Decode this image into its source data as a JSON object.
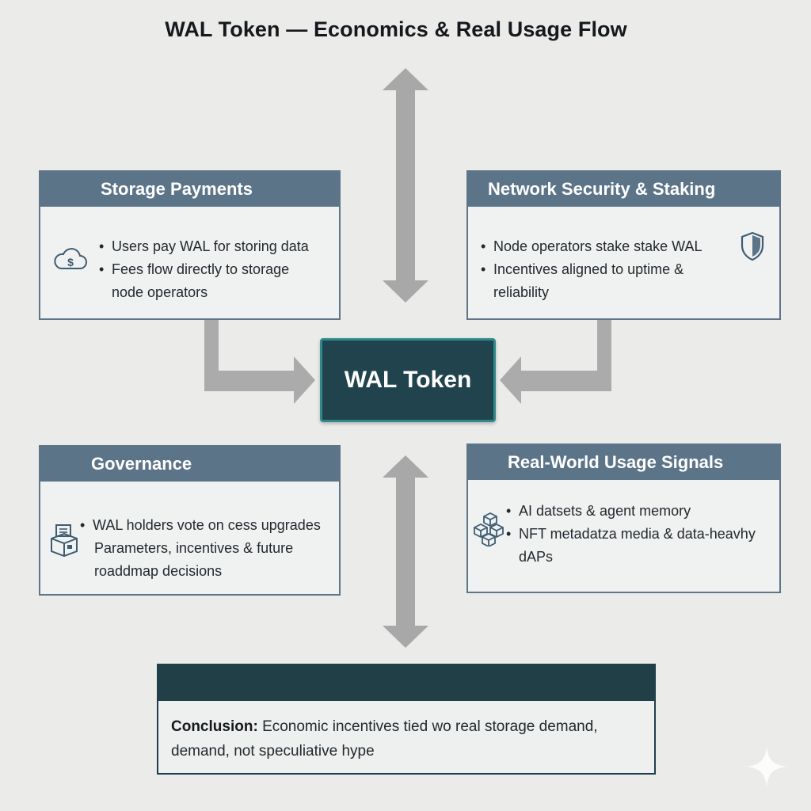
{
  "title": "WAL Token — Economics & Real Usage Flow",
  "center": {
    "label": "WAL Token"
  },
  "cards": {
    "storage": {
      "title": "Storage Payments",
      "icon": "cloud-dollar-icon",
      "bullets": [
        "Users pay WAL for storing data",
        "Fees flow directly to storage"
      ],
      "continuation": "node operators"
    },
    "security": {
      "title": "Network Security & Staking",
      "icon": "shield-icon",
      "bullets": [
        "Node operators stake stake WAL",
        "Incentives aligned to uptime &"
      ],
      "continuation": "reliability"
    },
    "governance": {
      "title": "Governance",
      "icon": "ballot-box-icon",
      "bullets": [
        "WAL holders vote on cess upgrades"
      ],
      "continuation1": "Parameters, incentives & future",
      "continuation2": "roaddmap decisions"
    },
    "signals": {
      "title": "Real-World Usage Signals",
      "icon": "cubes-icon",
      "bullets": [
        "AI datsets & agent memory",
        "NFT metadatza media & data-heavhy"
      ],
      "continuation": "dAPs"
    }
  },
  "conclusion": {
    "label": "Conclusion:",
    "line1": "Economic incentives tied wo real storage demand,",
    "line2": "demand, not speculiative hype"
  },
  "colors": {
    "card_header": "#5b7488",
    "center_fill": "#21434d",
    "center_border": "#2e8b8b",
    "arrow": "#a9a9a9"
  }
}
